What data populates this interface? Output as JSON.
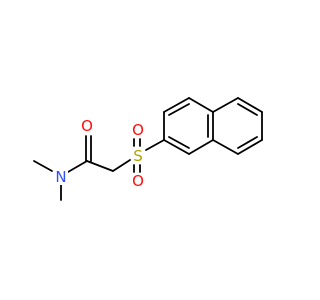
{
  "molecule": {
    "atoms": {
      "O_carbonyl": "O",
      "N_amide": "N",
      "S_sulfonyl": "S",
      "O_sulfonyl_top": "O",
      "O_sulfonyl_bottom": "O"
    }
  },
  "colors": {
    "bond": "#000000",
    "oxygen": "#ff0d0d",
    "nitrogen": "#3050f8",
    "sulfur": "#b2a400",
    "background": "#ffffff"
  }
}
